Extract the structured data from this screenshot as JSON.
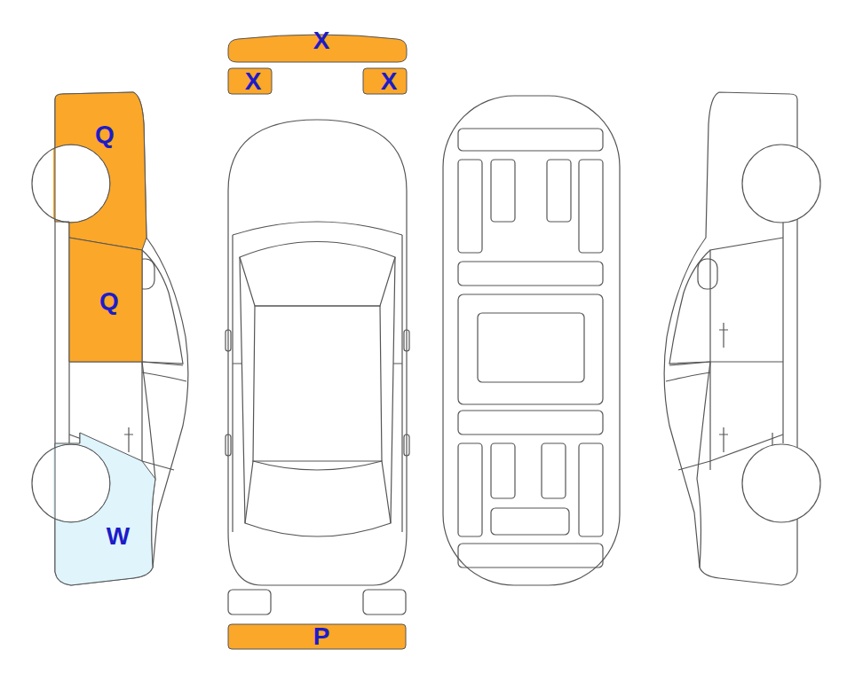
{
  "diagram": {
    "nodes": [
      {
        "text": [
          "X"
        ]
      },
      {
        "text": [
          "X"
        ]
      },
      {
        "text": [
          "X"
        ]
      },
      {
        "text": [
          "Q"
        ]
      },
      {
        "text": [
          "Q"
        ]
      },
      {
        "text": [
          "W"
        ]
      },
      {
        "text": [
          "P"
        ]
      }
    ]
  }
}
